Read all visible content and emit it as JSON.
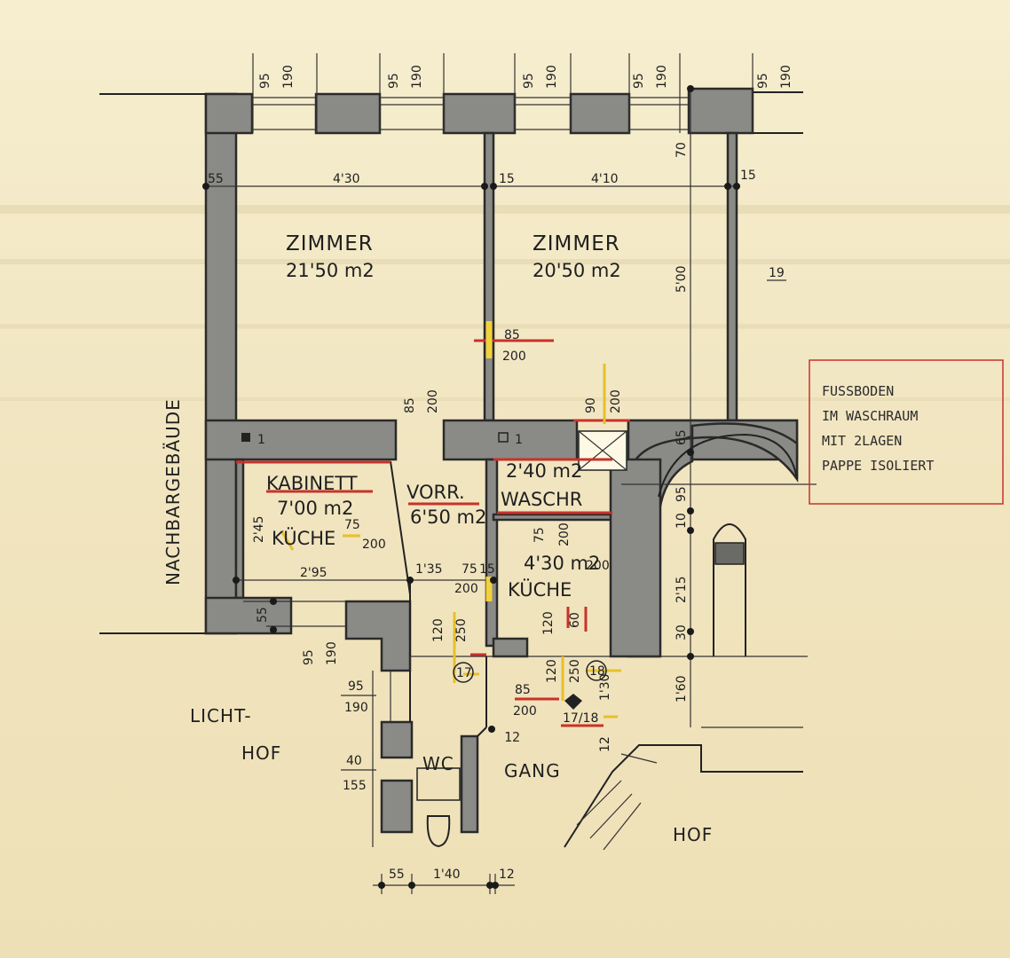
{
  "plan": {
    "rooms": {
      "zimmer1_name": "ZIMMER",
      "zimmer1_area": "21'50 m2",
      "zimmer2_name": "ZIMMER",
      "zimmer2_area": "20'50 m2",
      "kabinett_name": "KABINETT",
      "kabinett_area": "7'00 m2",
      "kabinett_kueche": "KÜCHE",
      "vorr_name": "VORR.",
      "vorr_area": "6'50 m2",
      "waschr_area": "2'40 m2",
      "waschr_name": "WASCHR",
      "kueche_area": "4'30 m2",
      "kueche_name": "KÜCHE",
      "wc_name": "WC",
      "gang_name": "GANG"
    },
    "labels": {
      "nachbar": "NACHBARGEBÄUDE",
      "licht": "LICHT-",
      "hof_licht": "HOF",
      "hof": "HOF",
      "room19": "19",
      "u17": "17",
      "u18": "18",
      "u1718": "17/18"
    },
    "note": {
      "line1": "FUSSBODEN",
      "line2": "IM WASCHRAUM",
      "line3": "MIT 2LAGEN",
      "line4": "PAPPE ISOLIERT"
    },
    "dims": {
      "w95": "95",
      "w190": "190",
      "d55": "55",
      "d430": "4'30",
      "d15": "15",
      "d410": "4'10",
      "d70": "70",
      "d500": "5'00",
      "d85": "85",
      "d200": "200",
      "d90": "90",
      "d65": "65",
      "d95": "95",
      "d10": "10",
      "d215": "2'15",
      "d30": "30",
      "d160": "1'60",
      "d245": "2'45",
      "d75": "75",
      "d295": "2'95",
      "d135": "1'35",
      "d120": "120",
      "d250": "250",
      "d60": "60",
      "d130": "1'30",
      "d12": "12",
      "d40": "40",
      "d155": "155",
      "d140": "1'40",
      "d1": "1"
    },
    "colors": {
      "wall": "#8a8a86",
      "red_mark": "#c8322a",
      "yellow_mark": "#f1d23a",
      "paper": "#f3e9c6"
    }
  }
}
